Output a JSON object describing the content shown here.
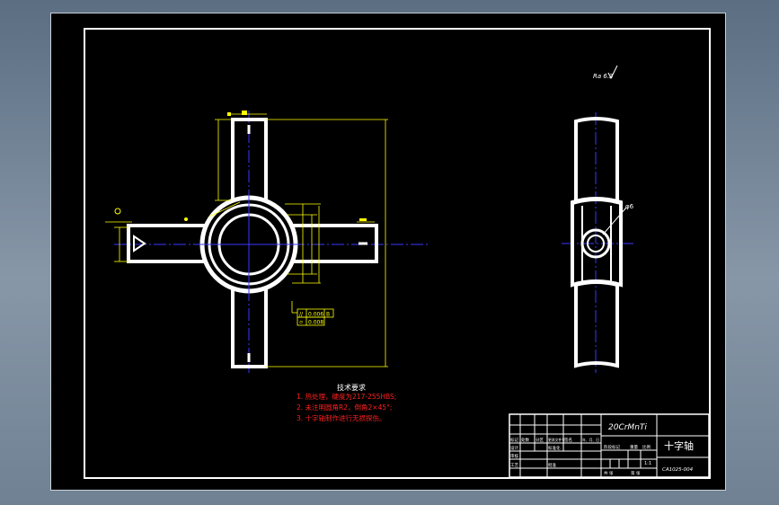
{
  "drawing": {
    "roughness_symbol": "Ra 6.3",
    "dimension_label": "φ6",
    "tech_requirements": {
      "title": "技术要求",
      "items": [
        "1. 热处理，硬度为217-255HBS;",
        "2. 未注明圆角R2，倒角2×45°;",
        "3. 十字轴制作进行无损探伤。"
      ]
    },
    "tolerance": {
      "symbol_1": "//",
      "value_1": "0.006",
      "datum_1": "B",
      "symbol_2": "⌭",
      "value_2": "0.008"
    }
  },
  "title_block": {
    "material": "20CrMnTi",
    "part_name": "十字轴",
    "drawing_number": "CA1025-004",
    "scale": "1:1",
    "labels": {
      "marker": "标记",
      "count": "处数",
      "zone": "分区",
      "change_doc": "更改文件号",
      "signature": "签名",
      "date": "年、月、日",
      "design": "设计",
      "check": "审核",
      "process": "工艺",
      "standardize": "标准化",
      "approve": "批准",
      "stage_mark": "阶段标记",
      "weight": "重量",
      "ratio": "比例",
      "sheet_total": "共 张",
      "sheet_num": "第 张"
    }
  },
  "colors": {
    "line": "#ffffff",
    "dimension": "#ffff00",
    "centerline": "#3838ff",
    "text_red": "#ff2020",
    "frame_bg": "#000000"
  }
}
